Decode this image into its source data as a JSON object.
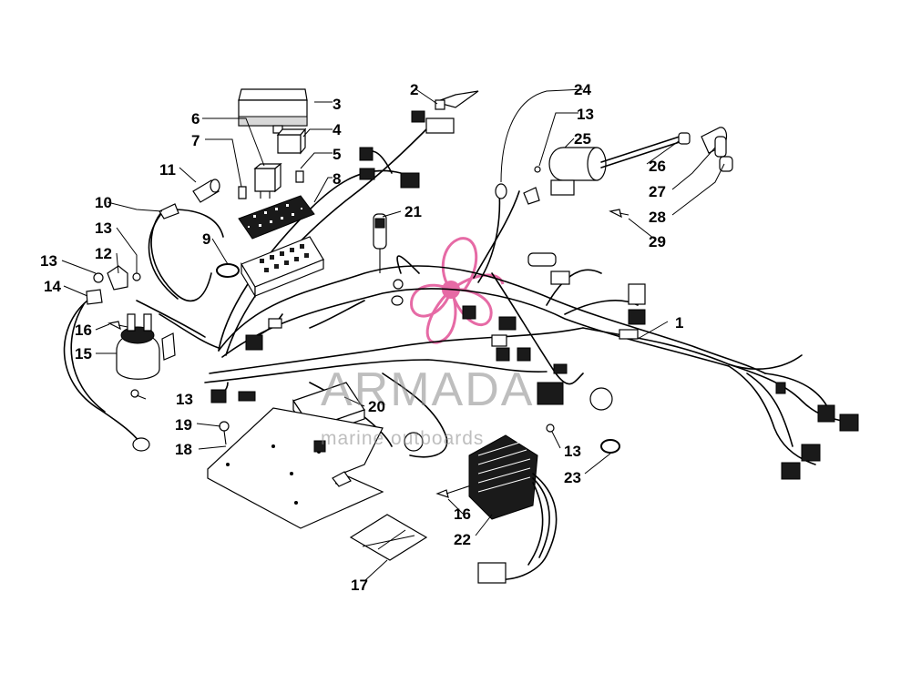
{
  "callouts": [
    {
      "id": "c1",
      "text": "1"
    },
    {
      "id": "c2",
      "text": "2"
    },
    {
      "id": "c3",
      "text": "3"
    },
    {
      "id": "c4",
      "text": "4"
    },
    {
      "id": "c5",
      "text": "5"
    },
    {
      "id": "c6",
      "text": "6"
    },
    {
      "id": "c7",
      "text": "7"
    },
    {
      "id": "c8",
      "text": "8"
    },
    {
      "id": "c9",
      "text": "9"
    },
    {
      "id": "c10",
      "text": "10"
    },
    {
      "id": "c11",
      "text": "11"
    },
    {
      "id": "c12",
      "text": "12"
    },
    {
      "id": "c13a",
      "text": "13"
    },
    {
      "id": "c13b",
      "text": "13"
    },
    {
      "id": "c13c",
      "text": "13"
    },
    {
      "id": "c13d",
      "text": "13"
    },
    {
      "id": "c13e",
      "text": "13"
    },
    {
      "id": "c14",
      "text": "14"
    },
    {
      "id": "c15",
      "text": "15"
    },
    {
      "id": "c16a",
      "text": "16"
    },
    {
      "id": "c16b",
      "text": "16"
    },
    {
      "id": "c17",
      "text": "17"
    },
    {
      "id": "c18",
      "text": "18"
    },
    {
      "id": "c19",
      "text": "19"
    },
    {
      "id": "c20",
      "text": "20"
    },
    {
      "id": "c21",
      "text": "21"
    },
    {
      "id": "c22",
      "text": "22"
    },
    {
      "id": "c23",
      "text": "23"
    },
    {
      "id": "c24",
      "text": "24"
    },
    {
      "id": "c25",
      "text": "25"
    },
    {
      "id": "c26",
      "text": "26"
    },
    {
      "id": "c27",
      "text": "27"
    },
    {
      "id": "c28",
      "text": "28"
    },
    {
      "id": "c29",
      "text": "29"
    }
  ],
  "watermark": {
    "title": "ARMADA",
    "subtitle": "marine outboards",
    "logo_color": "#e0458f",
    "text_color": "#8a8a8a"
  }
}
